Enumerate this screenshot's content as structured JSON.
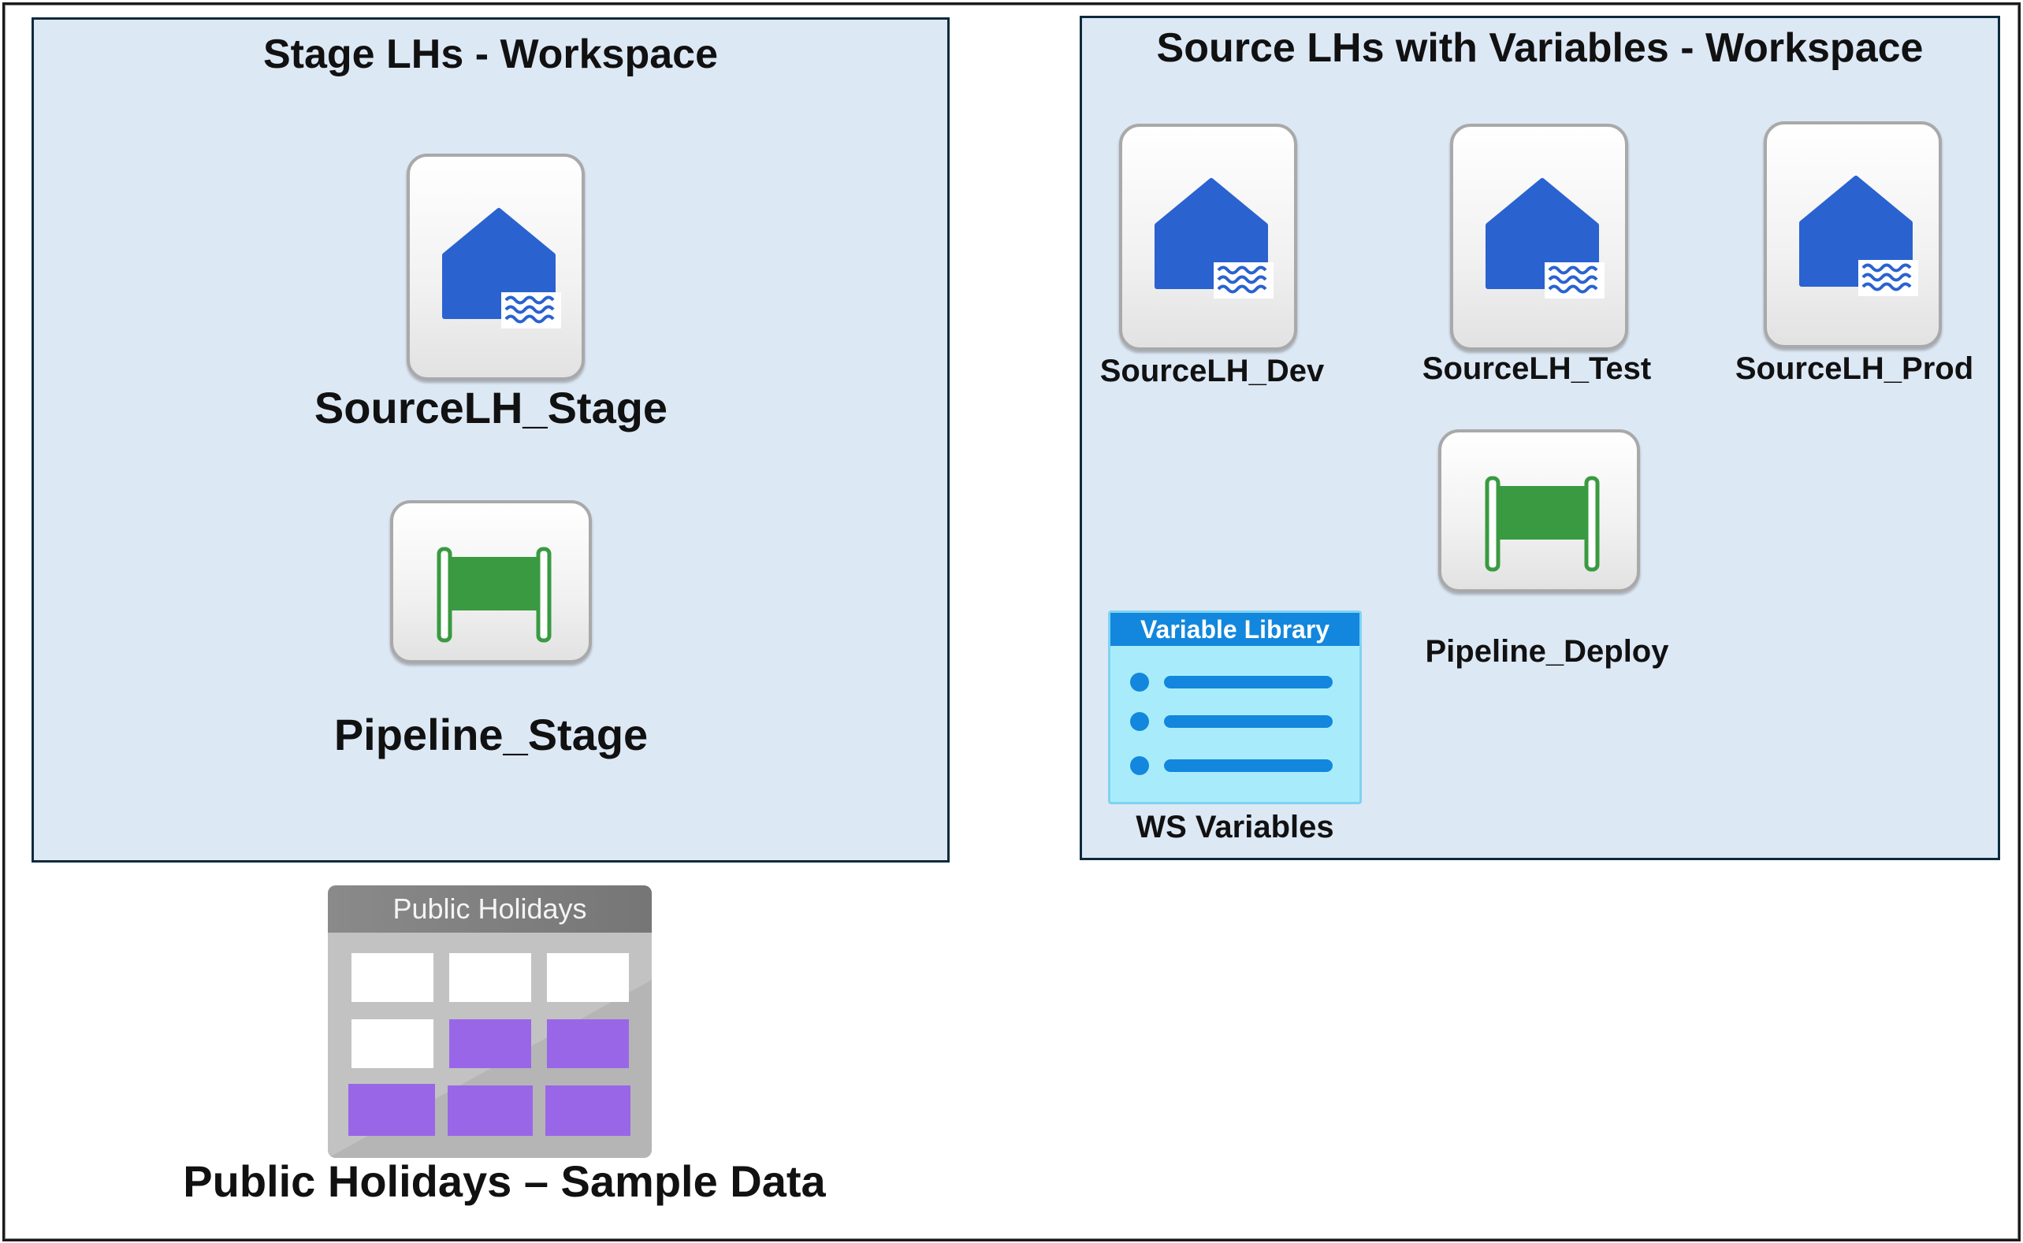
{
  "stage_workspace": {
    "title": "Stage LHs - Workspace",
    "items": {
      "lakehouse": {
        "label": "SourceLH_Stage",
        "icon": "lakehouse-icon"
      },
      "pipeline": {
        "label": "Pipeline_Stage",
        "icon": "pipeline-icon"
      }
    }
  },
  "source_workspace": {
    "title": "Source LHs with Variables - Workspace",
    "lakehouses": [
      {
        "label": "SourceLH_Dev",
        "icon": "lakehouse-icon"
      },
      {
        "label": "SourceLH_Test",
        "icon": "lakehouse-icon"
      },
      {
        "label": "SourceLH_Prod",
        "icon": "lakehouse-icon"
      }
    ],
    "pipeline": {
      "label": "Pipeline_Deploy",
      "icon": "pipeline-icon"
    },
    "variable_library": {
      "header": "Variable Library",
      "label": "WS Variables",
      "icon": "variable-library-icon"
    }
  },
  "sample_data": {
    "header": "Public Holidays",
    "label": "Public Holidays – Sample Data",
    "icon": "table-icon"
  },
  "colors": {
    "workspace_fill": "#dde8f5",
    "workspace_border": "#0d2a3d",
    "lakehouse_blue": "#2a62d0",
    "pipeline_green": "#3a9a41",
    "variable_library_fill": "#a8ecfb",
    "variable_library_header": "#1287dd",
    "sample_header": "#7e7e7e",
    "sample_purple": "#9966e8"
  }
}
